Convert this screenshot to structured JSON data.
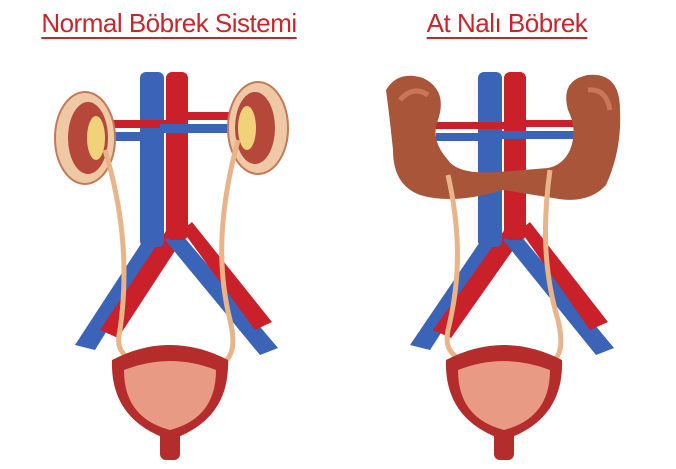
{
  "titles": {
    "normal": "Normal Böbrek Sistemi",
    "horseshoe": "At Nalı Böbrek"
  },
  "colors": {
    "title": "#c8252c",
    "artery": "#c9202a",
    "vein": "#3b63b8",
    "kidney": "#a8553a",
    "kidney_cortex": "#efc9a6",
    "ureter": "#e8b488",
    "bladder": "#b42c2c",
    "bladder_inner": "#e89a85"
  },
  "icons": {
    "normal_illustration": "normal-kidney-system-illustration",
    "horseshoe_illustration": "horseshoe-kidney-illustration"
  }
}
